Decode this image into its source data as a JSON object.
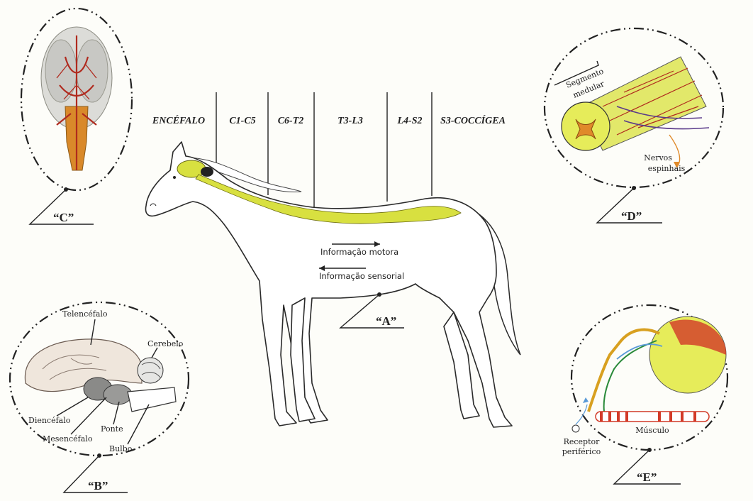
{
  "segments": [
    "ENCÉFALO",
    "C1-C5",
    "C6-T2",
    "T3-L3",
    "L4-S2",
    "S3-COCCÍGEA"
  ],
  "panels": {
    "A": "“A”",
    "B": "“B”",
    "C": "“C”",
    "D": "“D”",
    "E": "“E”"
  },
  "info": {
    "motor": "Informação motora",
    "sensory": "Informação sensorial"
  },
  "brain_labels": {
    "telencefalo": "Telencéfalo",
    "cerebelo": "Cerebelo",
    "diencefalo": "Diencéfalo",
    "mesencefalo": "Mesencéfalo",
    "ponte": "Ponte",
    "bulbo": "Bulbo"
  },
  "spinal_labels": {
    "segmento": "Segmento",
    "medular": "medular",
    "nervos": "Nervos",
    "espinhais": "espinhais"
  },
  "reflex_labels": {
    "receptor": "Receptor",
    "periferico": "periférico",
    "musculo": "Músculo"
  },
  "colors": {
    "spinal_cord": "#d8e040",
    "artery": "#b02a1e",
    "brain_orange": "#e08a2a",
    "muscle_red": "#d23a28"
  }
}
